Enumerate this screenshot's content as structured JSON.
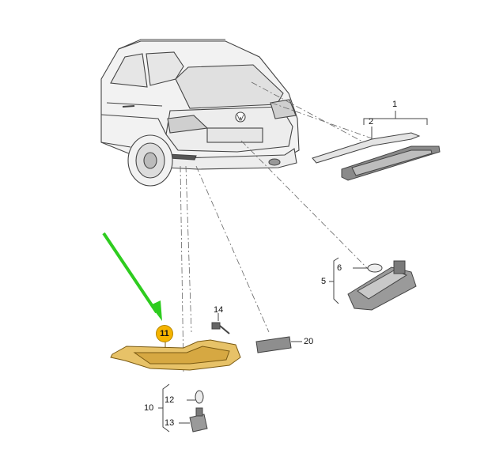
{
  "parts": {
    "p1": "1",
    "p2": "2",
    "p5": "5",
    "p6": "6",
    "p10": "10",
    "p11": "11",
    "p12": "12",
    "p13": "13",
    "p14": "14",
    "p20": "20"
  },
  "colors": {
    "highlight_part": "#e7c268",
    "badge": "#f5b400",
    "arrow": "#2ecc1f",
    "line": "#555555"
  }
}
